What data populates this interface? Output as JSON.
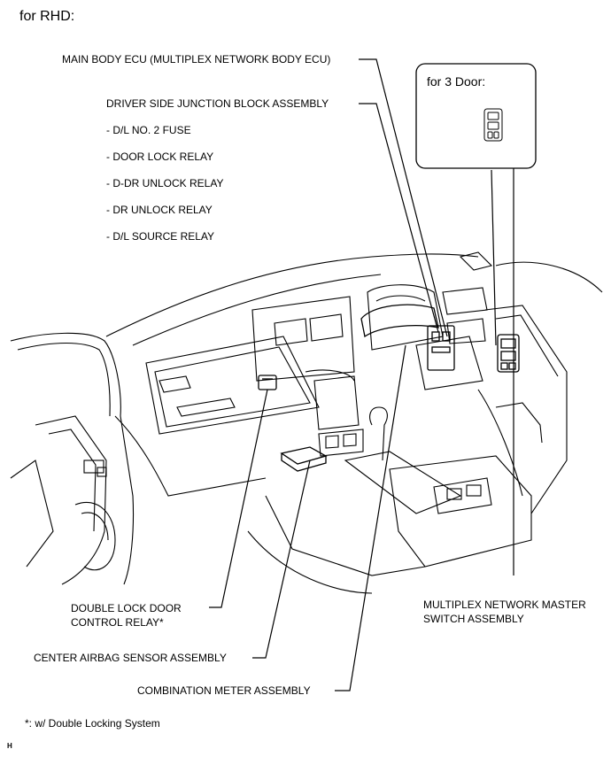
{
  "title": "for RHD:",
  "labels": {
    "main_body_ecu": "MAIN BODY ECU (MULTIPLEX NETWORK BODY ECU)",
    "driver_side_jb": "DRIVER SIDE JUNCTION BLOCK ASSEMBLY",
    "jb_items": [
      "- D/L NO. 2 FUSE",
      "- DOOR LOCK RELAY",
      "- D-DR UNLOCK RELAY",
      "- DR UNLOCK RELAY",
      "- D/L SOURCE RELAY"
    ],
    "double_lock_line1": "DOUBLE LOCK DOOR",
    "double_lock_line2": "CONTROL RELAY*",
    "center_airbag": "CENTER AIRBAG SENSOR ASSEMBLY",
    "combination_meter": "COMBINATION METER ASSEMBLY",
    "master_switch_line1": "MULTIPLEX NETWORK MASTER",
    "master_switch_line2": "SWITCH ASSEMBLY"
  },
  "inset": {
    "title": "for 3 Door:"
  },
  "footnote": "*: w/ Double Locking System",
  "corner_mark": "H"
}
